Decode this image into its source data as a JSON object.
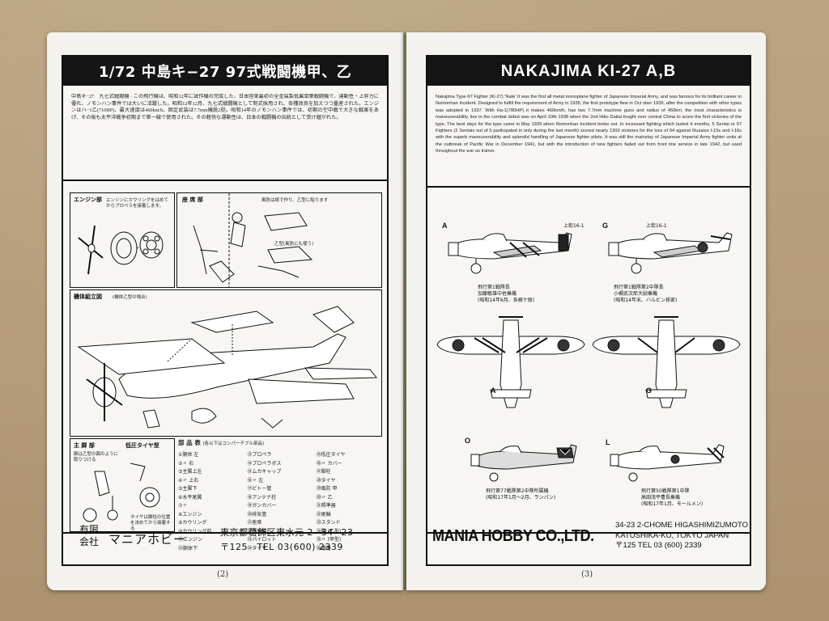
{
  "left_page": {
    "title": "1/72 中島キ−27 97式戦闘機甲、乙",
    "description": "中島キ−27　九七式戦闘機  ·  この飛行機は、昭和12年に試作機の完成した、日本陸軍最初の全金属製低翼単葉戦闘機で、運動性・上昇力に優れ、ノモンハン事件では大いに活躍した。昭和12年12月、九七式戦闘機として制式採用され、各種改良を加えつつ量産された。エンジンはハ−1乙(710HP)、最大速度は460km/h、固定武装は7.7mm機銃2挺。昭和14年のノモンハン事件では、初期の空中戦で大きな戦果をあげ、その後も太平洋戦争初期まで第一線で使用された。その軽快な運動性は、日本の戦闘機の伝統として受け継がれた。",
    "boxes": {
      "engine": "エンジン部",
      "engine_note": "エンジンにカウリングをはめてからプロペラを接着します。",
      "cockpit": "座 席 部",
      "cockpit_note_1": "風防は紙で作り、乙型に貼ります",
      "cockpit_note_2": "乙型(風防にも使う)",
      "fuselage": "機体組立図",
      "fuselage_note": "(機体乙型の場合)",
      "gear": "主 脚 部",
      "gear_note": "脚は乙型の図のように取りつける",
      "tire": "低圧タイヤ型",
      "tire_note": "タイヤは脚柱の位置を決めてから接着する"
    },
    "parts": {
      "title": "部 品 表",
      "subtitle": "(各以下はコンパーチブル部品)",
      "items": [
        "①胴体 左",
        "⑬プロペラ",
        "㉕低圧タイヤ",
        "②〃 右",
        "⑭プロペラボス",
        "㉖〃 カバー",
        "③主翼上左",
        "⑮ムカキャップ",
        "㉗脚柱",
        "④〃 上右",
        "⑯〃 左",
        "㉘タイヤ",
        "⑤主翼下",
        "⑰ピトー管",
        "㉙風防 甲",
        "⑥水平尾翼",
        "⑱アンテナ柱",
        "㉚〃 乙",
        "⑦〃",
        "⑲ガンカバー",
        "㉛照準器",
        "⑧エンジン",
        "⑳排気管",
        "㉜尾輪",
        "⑨カウリング",
        "㉑座席",
        "㉝スタンド",
        "⑩カウリング前",
        "㉒操縦桿",
        "㉞脚 (乙型)",
        "⑪エンジン",
        "㉓パイロット",
        "㉟〃 (甲型)",
        "⑫胴体下",
        "㉔タイヤ",
        "㊱増槽"
      ]
    },
    "footer": {
      "company_type": "有限会社",
      "company_name": "マニアホビー",
      "address": "東京都葛飾区東水元 2−34−23",
      "tel": "〒125　TEL 03(600) 2339"
    },
    "page_number": "(2)"
  },
  "right_page": {
    "title": "NAKAJIMA KI-27 A,B",
    "description": "Nakajima Type-97 Fighter (Ki-27) 'Nate' It was the first all metal monoplane fighter of Japanese Imperial Army, and was famous for its brilliant career in Nomonhan Incident. Designed to fulfill the requirement of Army in 1935, the first prototype flew in Oct ober 1936, after the competition with other types was adopted in 1937. With Ha-1(780HP) it makes 460km/h, has two 7.7mm machine guns and radius of 450km, the most characteristics is maneuverability, lies in the combat debut was on April 10th 1938 when the 2nd Hiko Daitai fought over central China to score the first victories of the type. The best days for the type came in May 1939 when Nomonhan Incident broke out. In incessant fighting which lasted 4 months, 5 Sentai or 97 Fighters (2 Sentais out of 5 participated in only during the last month) scored nearly 1300 victories for the loss of 64 against Russian I-15s and I-16s with the superb maneuverability and splendid handling of Japanese fighter pilots. It was still the mainstay of Japanese Imperial Army fighter units at the outbreak of Pacific War in December 1941, but with the introduction of new fighters faded out from front line service in late 1942, but used throughout the war as trainer.",
    "profiles": {
      "a_letter": "A",
      "a_caption_1": "飛行第1戦隊長",
      "a_caption_2": "加藤敏雄中佐乗機",
      "a_caption_3": "(昭和14年6月、各務ケ原)",
      "g_letter": "G",
      "g_caption_1": "飛行第1戦隊第2中隊長",
      "g_caption_2": "小槻武次郎大尉乗機",
      "g_caption_3": "(昭和14年末、ハルビン孫家)",
      "plan_a": "A",
      "plan_g": "G",
      "o_letter": "O",
      "o_caption_1": "飛行第77戦隊第2中隊所属機",
      "o_caption_2": "(昭和17年1月〜2月、ランパン)",
      "l_letter": "L",
      "l_caption_1": "飛行第50戦隊第1中隊",
      "l_caption_2": "高田茂平曹長乗機",
      "l_caption_3": "(昭和17年1月、モールメン)",
      "marking_a": "上街16-1",
      "marking_g": "上街16-1"
    },
    "footer": {
      "brand": "MANIA HOBBY CO.,LTD.",
      "address_1": "34-23 2-CHOME HIGASHIMIZUMOTO",
      "address_2": "KATUSHIKA-KU, TOKYO JAPAN",
      "address_3": "〒125 TEL 03 (600) 2339"
    },
    "page_number": "(3)"
  }
}
